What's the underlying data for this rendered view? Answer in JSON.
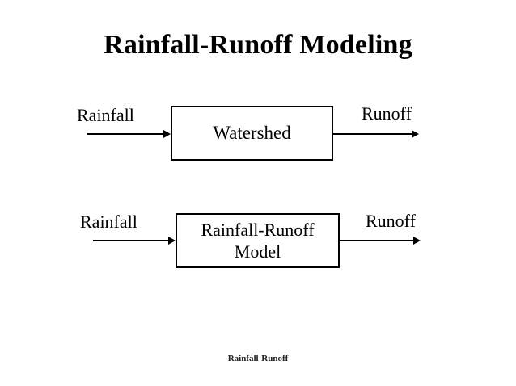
{
  "slide": {
    "title": "Rainfall-Runoff Modeling",
    "footer": "Rainfall-Runoff",
    "background_color": "#ffffff",
    "ink_color": "#000000"
  },
  "diagram": {
    "type": "block-flow",
    "rows": [
      {
        "id": "watershed",
        "input_label": "Rainfall",
        "box_label": "Watershed",
        "output_label": "Runoff"
      },
      {
        "id": "rainfall-runoff-model",
        "input_label": "Rainfall",
        "box_label_line1": "Rainfall-Runoff",
        "box_label_line2": "Model",
        "output_label": "Runoff"
      }
    ]
  }
}
